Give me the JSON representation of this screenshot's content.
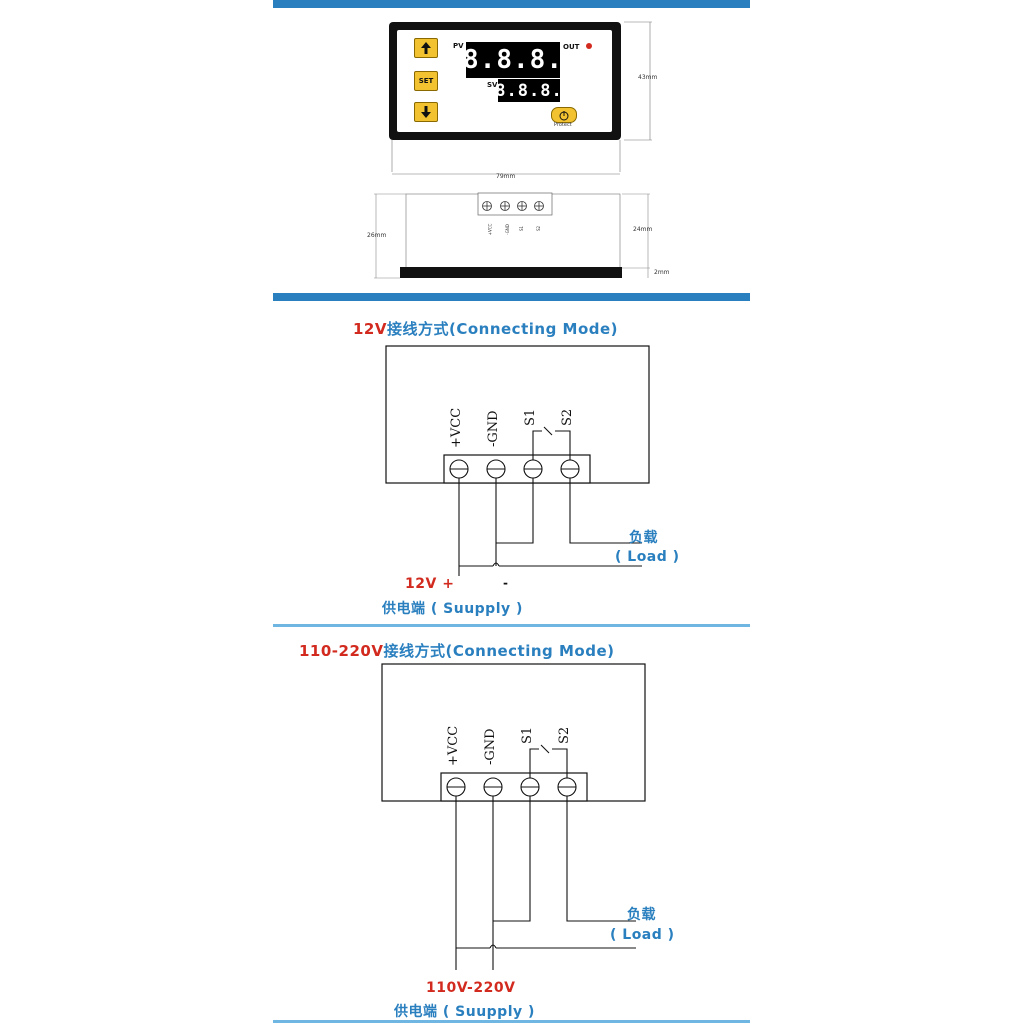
{
  "device": {
    "pv_label": "PV",
    "sv_label": "SV",
    "out_label": "OUT",
    "pv_display": "8.8.8.",
    "sv_display": "8.8.8.",
    "set_label": "SET",
    "protect_label": "Protect",
    "width_dim": "79mm",
    "height_dim": "43mm"
  },
  "side_view": {
    "depth_dim": "26mm",
    "body_dim": "24mm",
    "panel_dim": "2mm",
    "terminals": [
      "+VCC",
      "-GND",
      "S1",
      "S2"
    ]
  },
  "section_12v": {
    "title_voltage": "12V",
    "title_rest": "接线方式(Connecting  Mode)",
    "terminals": [
      "+VCC",
      "-GND",
      "S1",
      "S2"
    ],
    "load_cn": "负载",
    "load_en": "( Load )",
    "supply_voltage": "12V  +",
    "supply_minus": "-",
    "supply_label": "供电端 ( Suupply )"
  },
  "section_220v": {
    "title_voltage": "110-220V",
    "title_rest": "接线方式(Connecting  Mode)",
    "terminals": [
      "+VCC",
      "-GND",
      "S1",
      "S2"
    ],
    "load_cn": "负载",
    "load_en": "( Load )",
    "supply_voltage": "110V-220V",
    "supply_label": "供电端 ( Suupply )"
  },
  "colors": {
    "accent_blue": "#2a7fbf",
    "accent_red": "#d22a1e",
    "button_yellow": "#f2c230"
  }
}
